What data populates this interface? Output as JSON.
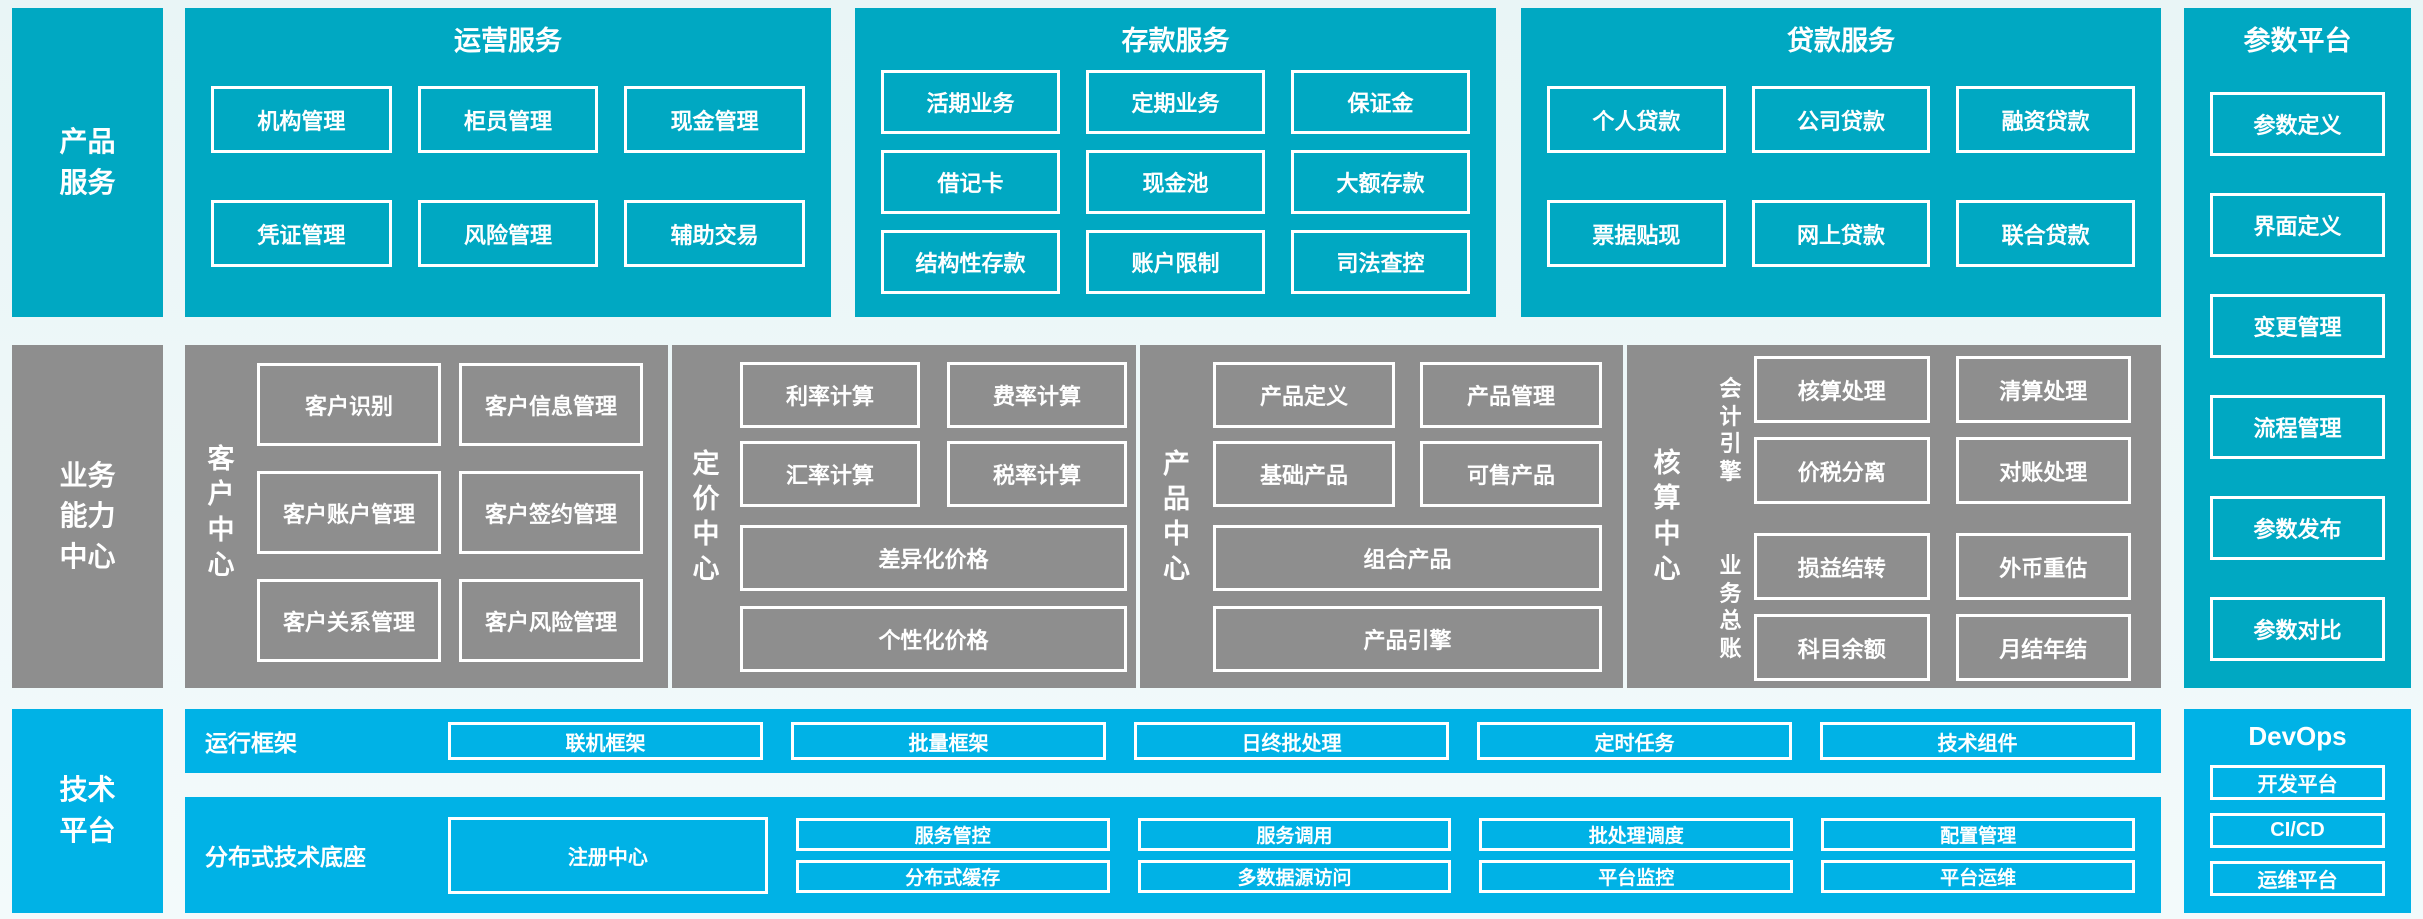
{
  "colors": {
    "teal": "#00a8c2",
    "gray": "#8e8e8e",
    "blue": "#00b2e6",
    "background": "#eef7f8",
    "cell_border": "#ffffff"
  },
  "left": {
    "product": [
      "产品",
      "服务"
    ],
    "business": [
      "业务",
      "能力",
      "中心"
    ],
    "tech": [
      "技术",
      "平台"
    ]
  },
  "top_groups": [
    {
      "title": "运营服务",
      "cells": [
        [
          "机构管理",
          "柜员管理",
          "现金管理"
        ],
        [
          "凭证管理",
          "风险管理",
          "辅助交易"
        ]
      ]
    },
    {
      "title": "存款服务",
      "cells": [
        [
          "活期业务",
          "定期业务",
          "保证金"
        ],
        [
          "借记卡",
          "现金池",
          "大额存款"
        ],
        [
          "结构性存款",
          "账户限制",
          "司法查控"
        ]
      ]
    },
    {
      "title": "贷款服务",
      "cells": [
        [
          "个人贷款",
          "公司贷款",
          "融资贷款"
        ],
        [
          "票据贴现",
          "网上贷款",
          "联合贷款"
        ]
      ]
    }
  ],
  "param_platform": {
    "title": "参数平台",
    "items": [
      "参数定义",
      "界面定义",
      "变更管理",
      "流程管理",
      "参数发布",
      "参数对比"
    ]
  },
  "centers": {
    "customer": {
      "label": "客户中心",
      "cells": [
        [
          "客户识别",
          "客户信息管理"
        ],
        [
          "客户账户管理",
          "客户签约管理"
        ],
        [
          "客户关系管理",
          "客户风险管理"
        ]
      ]
    },
    "pricing": {
      "label": "定价中心",
      "cells": [
        [
          "利率计算",
          "费率计算"
        ],
        [
          "汇率计算",
          "税率计算"
        ]
      ],
      "wide": [
        "差异化价格",
        "个性化价格"
      ]
    },
    "product": {
      "label": "产品中心",
      "cells": [
        [
          "产品定义",
          "产品管理"
        ],
        [
          "基础产品",
          "可售产品"
        ]
      ],
      "wide": [
        "组合产品",
        "产品引擎"
      ]
    },
    "accounting": {
      "label": "核算中心",
      "groups": [
        {
          "label": "会计引擎",
          "cells": [
            [
              "核算处理",
              "清算处理"
            ],
            [
              "价税分离",
              "对账处理"
            ]
          ]
        },
        {
          "label": "业务总账",
          "cells": [
            [
              "损益结转",
              "外币重估"
            ],
            [
              "科目余额",
              "月结年结"
            ]
          ]
        }
      ]
    }
  },
  "tech": {
    "runtime": {
      "label": "运行框架",
      "items": [
        "联机框架",
        "批量框架",
        "日终批处理",
        "定时任务",
        "技术组件"
      ]
    },
    "base": {
      "label": "分布式技术底座",
      "registry": "注册中心",
      "columns": [
        [
          "服务管控",
          "分布式缓存"
        ],
        [
          "服务调用",
          "多数据源访问"
        ],
        [
          "批处理调度",
          "平台监控"
        ],
        [
          "配置管理",
          "平台运维"
        ]
      ]
    },
    "devops": {
      "title": "DevOps",
      "items": [
        "开发平台",
        "CI/CD",
        "运维平台"
      ]
    }
  }
}
